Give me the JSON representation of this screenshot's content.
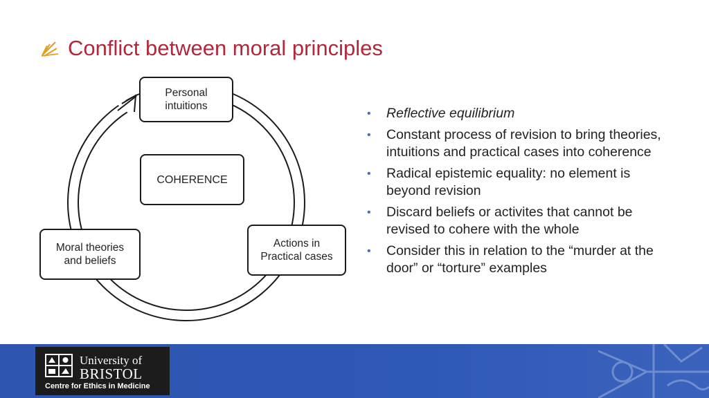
{
  "slide": {
    "title": "Conflict between moral principles",
    "title_icon": "hand-drawn-flame-icon",
    "title_color": "#b5263a"
  },
  "diagram": {
    "nodes": {
      "personal_intuitions": "Personal\nintuitions",
      "coherence": "COHERENCE",
      "moral_theories": "Moral theories\nand beliefs",
      "actions": "Actions in\nPractical cases"
    }
  },
  "bullets": [
    "Reflective equilibrium",
    "Constant process of revision to bring theories, intuitions and practical cases into coherence",
    "Radical epistemic equality: no element is beyond revision",
    "Discard beliefs or activites that cannot be revised to cohere with the whole",
    "Consider this in relation to the “murder at the door” or “torture” examples"
  ],
  "footer": {
    "logo": {
      "line1": "University of",
      "line2": "BRISTOL",
      "line3": "Centre for Ethics in Medicine"
    },
    "background_color": "#2e56b0"
  }
}
